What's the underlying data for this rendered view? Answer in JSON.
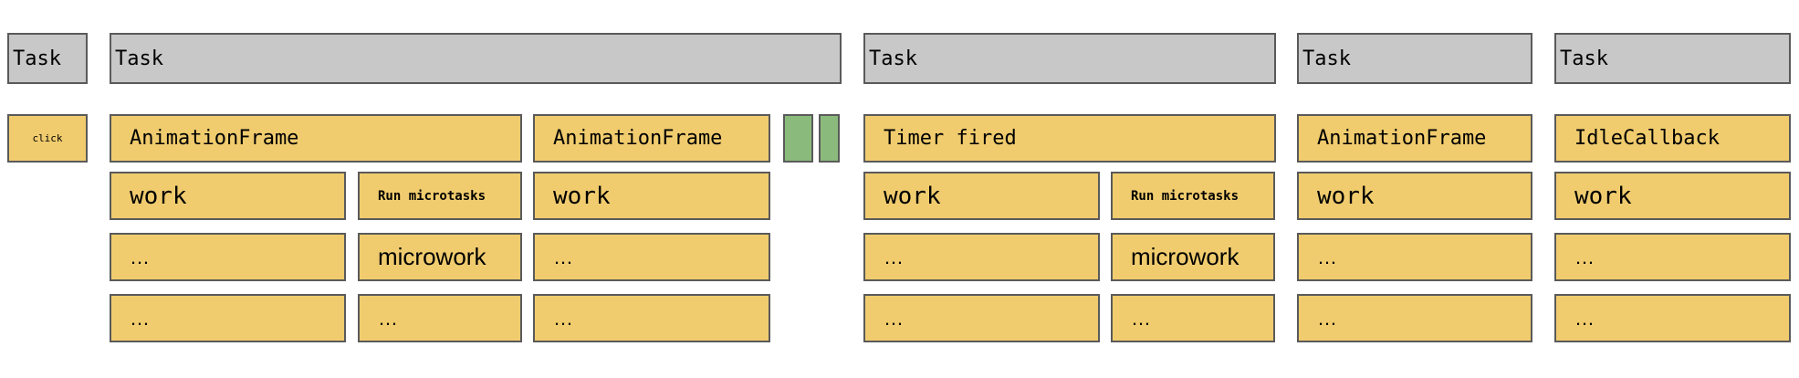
{
  "labels": {
    "task": "Task",
    "click": "click",
    "animation_frame": "AnimationFrame",
    "timer_fired": "Timer fired",
    "idle_callback": "IdleCallback",
    "work": "work",
    "run_microtasks": "Run microtasks",
    "microwork": "microwork",
    "ellipsis": "…"
  },
  "colors": {
    "task_fill": "#c8c8c8",
    "callback_fill": "#f0cc6e",
    "green_fill": "#8bbb7c",
    "border": "#5a5a5a"
  }
}
